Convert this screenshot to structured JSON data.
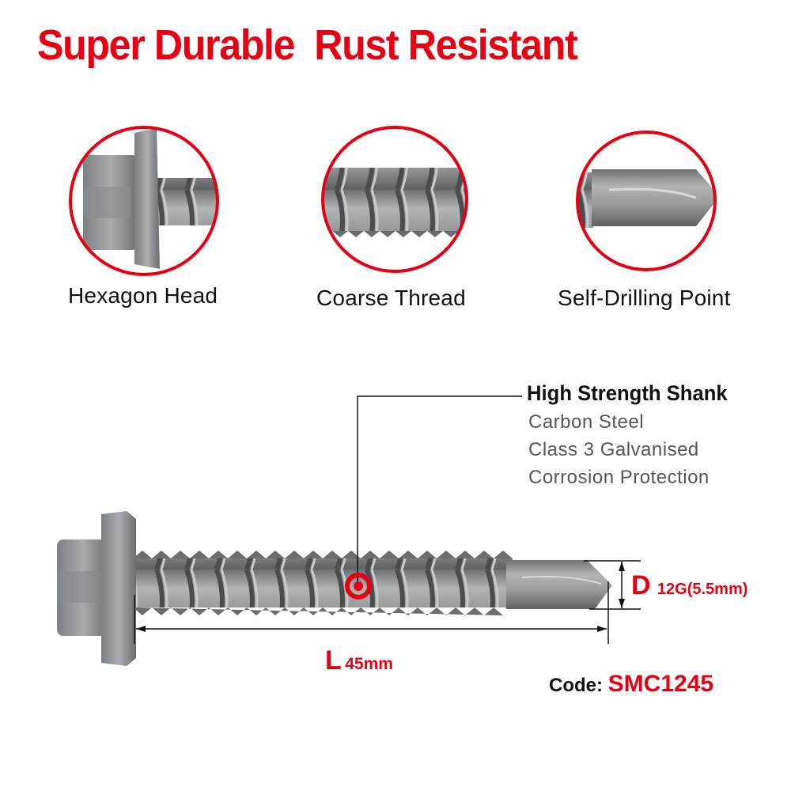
{
  "headline": "Super Durable  Rust Resistant",
  "features": [
    {
      "label": "Hexagon Head",
      "icon": "hex-head-closeup-icon"
    },
    {
      "label": "Coarse Thread",
      "icon": "coarse-thread-closeup-icon"
    },
    {
      "label": "Self-Drilling Point",
      "icon": "drill-point-closeup-icon"
    }
  ],
  "spec_callout": {
    "title": "High Strength Shank",
    "items": [
      "Carbon Steel",
      "Class 3 Galvanised",
      "Corrosion Protection"
    ]
  },
  "dimensions": {
    "diameter": {
      "symbol": "D",
      "value": "12G(5.5mm)"
    },
    "length": {
      "symbol": "L",
      "value": "45mm"
    }
  },
  "product_code": {
    "label": "Code:",
    "value": "SMC1245"
  },
  "colors": {
    "accent": "#e60012",
    "text": "#111111",
    "muted": "#555555",
    "metal": "#8e9194"
  }
}
